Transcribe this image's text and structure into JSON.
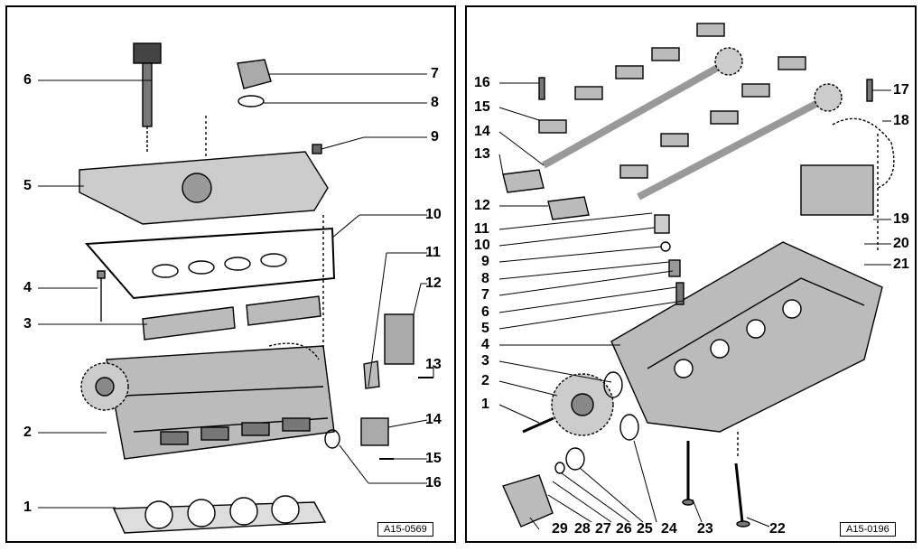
{
  "left_panel": {
    "callouts": [
      "1",
      "2",
      "3",
      "4",
      "5",
      "6",
      "7",
      "8",
      "9",
      "10",
      "11",
      "12",
      "13",
      "14",
      "15",
      "16"
    ],
    "figure_id": "A15-0569"
  },
  "right_panel": {
    "callouts": [
      "1",
      "2",
      "3",
      "4",
      "5",
      "6",
      "7",
      "8",
      "9",
      "10",
      "11",
      "12",
      "13",
      "14",
      "15",
      "16",
      "17",
      "18",
      "19",
      "20",
      "21",
      "22",
      "23",
      "24",
      "25",
      "26",
      "27",
      "28",
      "29"
    ],
    "figure_id": "A15-0196"
  }
}
